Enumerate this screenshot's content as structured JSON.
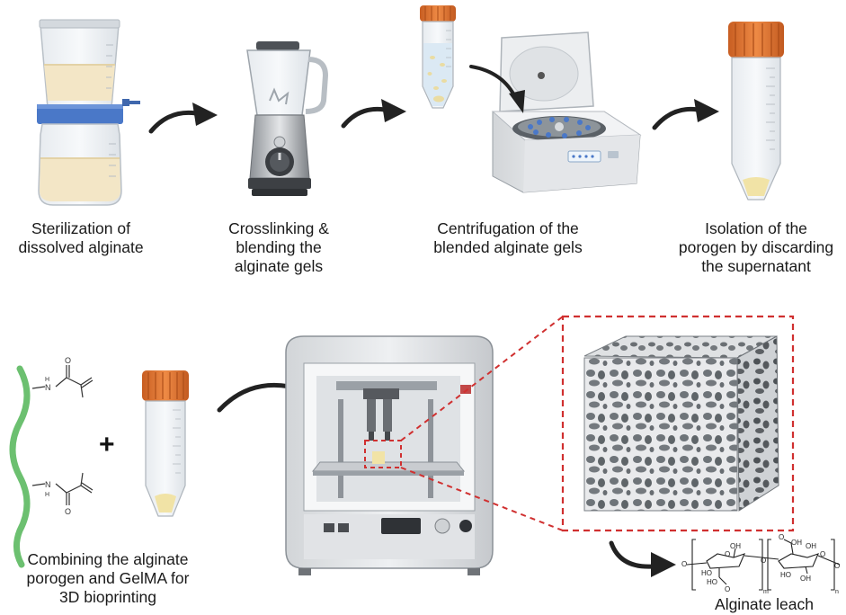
{
  "steps": {
    "sterilization": "Sterilization of\ndissolved alginate",
    "crosslinking": "Crosslinking &\nblending the\nalginate gels",
    "centrifugation": "Centrifugation of the\nblended alginate gels",
    "isolation": "Isolation of the\nporogen by discarding\nthe supernatant",
    "combining": "Combining the alginate\nporogen and GelMA for\n3D bioprinting",
    "leach": "Alginate leach"
  },
  "symbols": {
    "plus": "+"
  },
  "chem": {
    "oh": "OH",
    "ho": "HO",
    "o": "O",
    "m": "m",
    "n": "n",
    "h": "H",
    "n_atom": "N"
  },
  "colors": {
    "tube_cap": "#e0752f",
    "filter_band": "#4a78c8",
    "gelma_strand": "#6cc070",
    "dashed_box": "#d03030",
    "arrow": "#222222",
    "liquid": "#f3e6c6",
    "pellet": "#f1e3a6"
  },
  "icons": [
    "bottle-top-filter-icon",
    "blender-icon",
    "centrifuge-tube-icon",
    "centrifuge-icon",
    "falcon-tube-icon",
    "gelma-molecule-icon",
    "bioprinter-icon",
    "porous-scaffold-icon",
    "alginate-structure-icon"
  ]
}
